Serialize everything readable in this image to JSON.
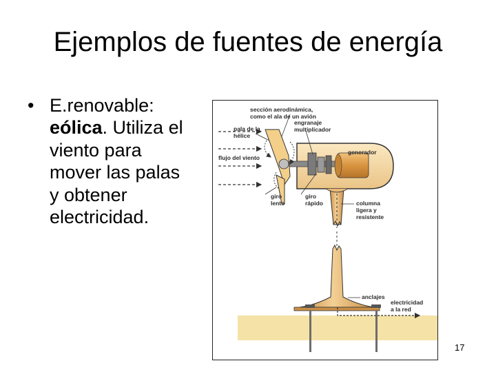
{
  "slide": {
    "title": "Ejemplos de fuentes de energía",
    "bullet": {
      "marker": "•",
      "prefix": "E.renovable:",
      "bold": "eólica",
      "rest": ". Utiliza el viento para mover las palas y obtener electricidad."
    },
    "page_number": "17"
  },
  "diagram": {
    "labels": {
      "seccion_1": "sección aerodinámica,",
      "seccion_2": "como el ala de un avión",
      "engranaje_1": "engranaje",
      "engranaje_2": "multiplicador",
      "pala_1": "pala de la",
      "pala_2": "hélice",
      "generador": "generador",
      "flujo": "flujo del viento",
      "giro_lento_1": "giro",
      "giro_lento_2": "lento",
      "giro_rapido_1": "giro",
      "giro_rapido_2": "rápido",
      "columna_1": "columna",
      "columna_2": "ligera y",
      "columna_3": "resistente",
      "anclajes": "anclajes",
      "electricidad_1": "electricidad",
      "electricidad_2": "a la red"
    },
    "colors": {
      "tower": "#e8b878",
      "tower_dark": "#c98f47",
      "nacelle": "#f6dba8",
      "ground": "#f5e2a6",
      "metal": "#6d6d6d",
      "arrow": "#333333"
    }
  }
}
